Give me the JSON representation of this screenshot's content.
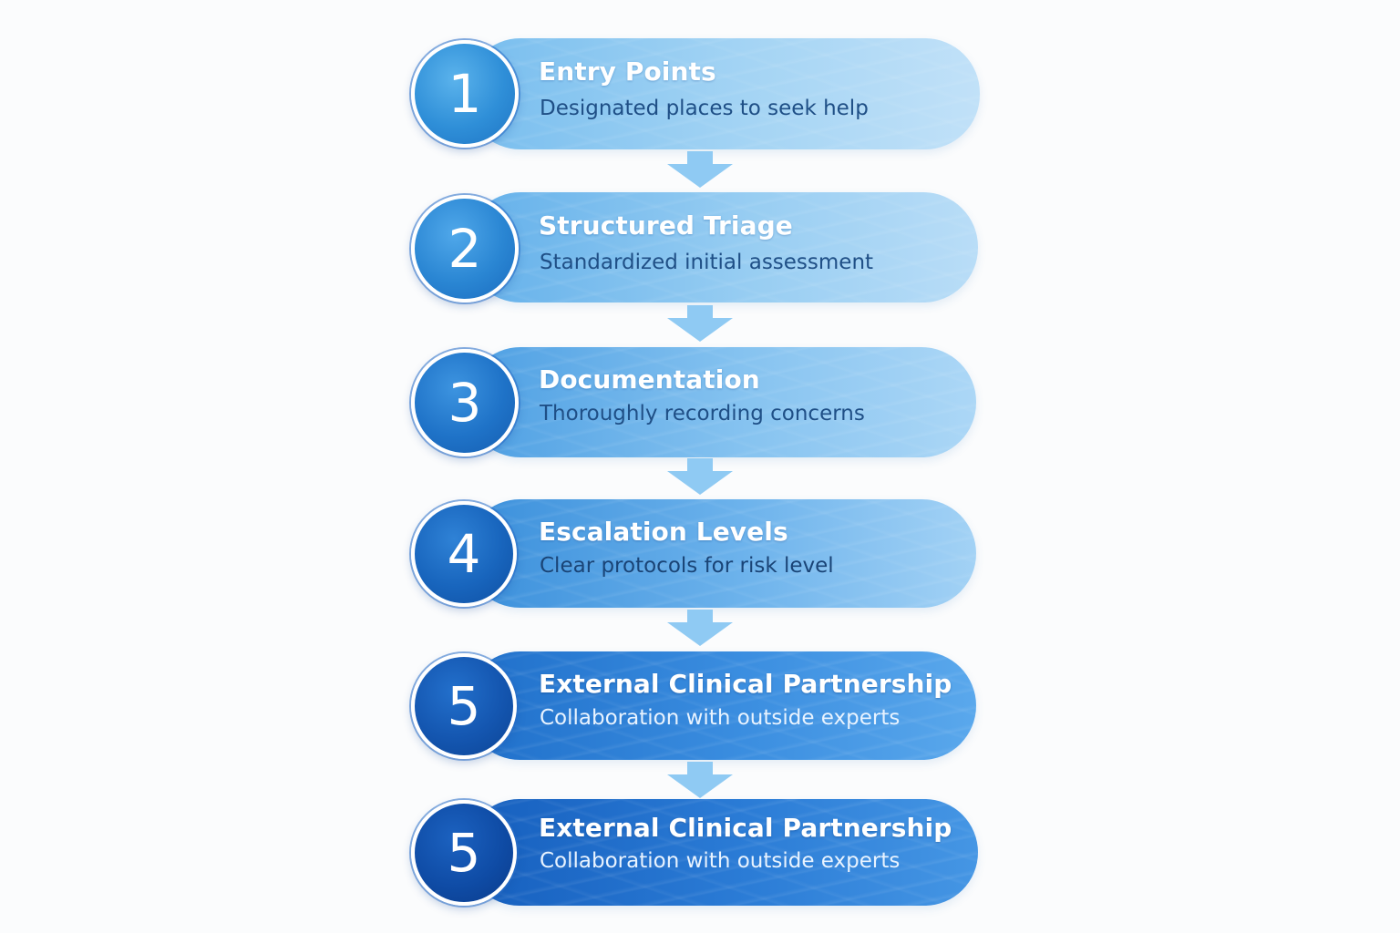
{
  "colors": {
    "background": "#fbfcfd",
    "arrow": "#8fcaf3",
    "light_blue": "#a4d4f4",
    "dark_blue": "#165fbe",
    "dark_text": "#1f4f86",
    "light_text": "#e8f3ff"
  },
  "steps": [
    {
      "number": "1",
      "title": "Entry Points",
      "description": "Designated places to seek help"
    },
    {
      "number": "2",
      "title": "Structured Triage",
      "description": "Standardized initial assessment"
    },
    {
      "number": "3",
      "title": "Documentation",
      "description": "Thoroughly recording concerns"
    },
    {
      "number": "4",
      "title": "Escalation Levels",
      "description": "Clear protocols for risk level"
    },
    {
      "number": "5",
      "title": "External Clinical Partnership",
      "description": "Collaboration with outside experts"
    },
    {
      "number": "5",
      "title": "External Clinical Partnership",
      "description": "Collaboration with outside experts"
    }
  ],
  "connector_icon": "down-arrow-icon"
}
